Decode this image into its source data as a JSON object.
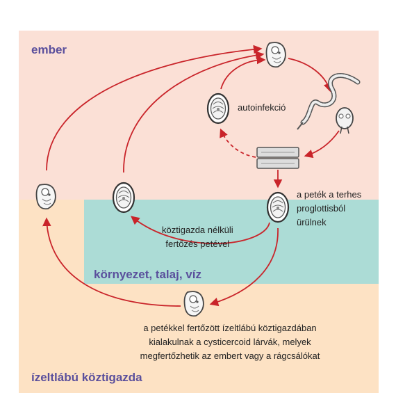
{
  "regions": {
    "ember": "ember",
    "environment": "környezet, talaj, víz",
    "arthropod_host": "ízeltlábú köztigazda"
  },
  "captions": {
    "autoinfection": "autoinfekció",
    "egg_release": "a peték a terhes\nproglottisból\nürülnek",
    "direct_infection": "köztigazda nélküli\nfertőzés petével",
    "arthropod_stage": "a petékkel fertőzött ízeltlábú köztigazdában\nkialakulnak a cysticercoid lárvák, melyek\nmegfertőzhetik az embert vagy a rágcsálókat"
  },
  "colors": {
    "human_zone": "#fbe0d6",
    "environment_zone": "#acdcd6",
    "host_zone": "#fde2c4",
    "arrow": "#c9242a",
    "label": "#5a4f9c"
  }
}
